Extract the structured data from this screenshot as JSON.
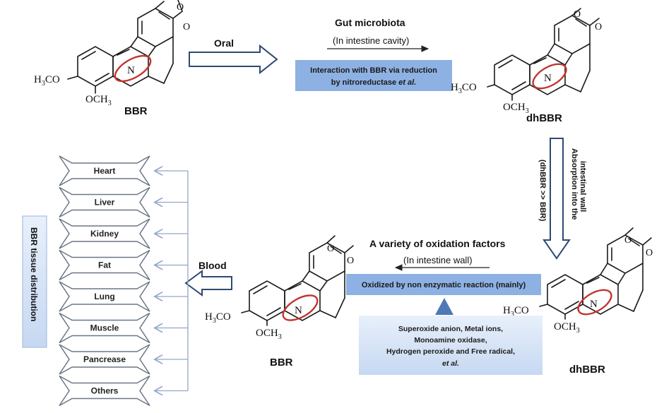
{
  "top": {
    "molecule_left_label": "BBR",
    "oral_label": "Oral",
    "gut_title": "Gut microbiota",
    "gut_subtitle": "(In intestine cavity)",
    "reduction_line1": "Interaction with BBR via reduction",
    "reduction_line2_plain": "by nitroreductase ",
    "reduction_line2_italic": "et al.",
    "molecule_right_label": "dhBBR"
  },
  "absorption": {
    "line1": "Absorption into the",
    "line2": "intestinal wall",
    "line3": "(dhBBR >> BBR)"
  },
  "bottom": {
    "oxidation_title": "A variety of oxidation factors",
    "oxidation_subtitle": "(In intestine wall)",
    "oxidized_box": "Oxidized by non enzymatic reaction (mainly)",
    "factors_line1": "Superoxide anion, Metal ions,",
    "factors_line2": "Monoamine oxidase,",
    "factors_line3": "Hydrogen peroxide and Free radical,",
    "factors_line4": "et al.",
    "molecule_right_label": "dhBBR",
    "molecule_mid_label": "BBR",
    "blood_label": "Blood"
  },
  "chem_text": {
    "methoxy": "H3CO",
    "methoxy2": "OCH3",
    "nitrogen": "N",
    "oxygen": "O"
  },
  "tissue": {
    "title": "BBR tissue distribution",
    "organs": [
      "Heart",
      "Liver",
      "Kidney",
      "Fat",
      "Lung",
      "Muscle",
      "Pancrease",
      "Others"
    ]
  },
  "colors": {
    "blue_box": "#8eb1e3",
    "light_blue_box": "#d6e4f6",
    "red_ring": "#c0352d",
    "arrow_stroke": "#2e4a72",
    "triangle": "#4f78b7"
  }
}
